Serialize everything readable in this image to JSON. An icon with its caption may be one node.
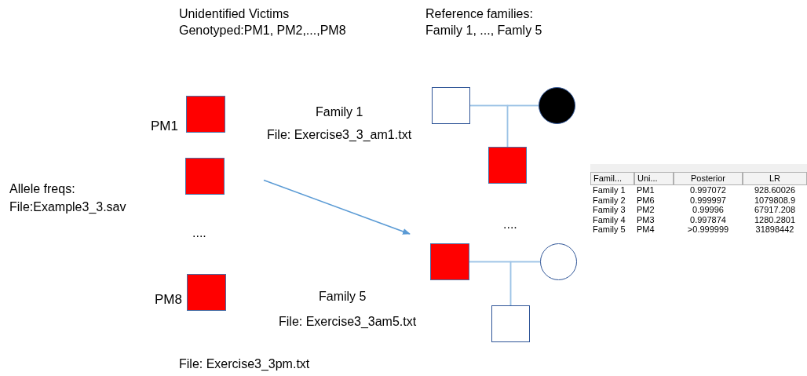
{
  "diagram": {
    "nodes": [
      {
        "text": [],
        "shape": "box",
        "beside": [
          "PM1"
        ]
      },
      {
        "text": [],
        "shape": "box"
      },
      {
        "text": [],
        "shape": "box",
        "beside": [
          "PM8"
        ]
      },
      {
        "text": [],
        "shape": "box"
      },
      {
        "text": [],
        "shape": "circle"
      },
      {
        "text": [],
        "shape": "box"
      },
      {
        "text": [],
        "shape": "box"
      },
      {
        "text": [],
        "shape": "circle"
      },
      {
        "text": [],
        "shape": "box"
      }
    ],
    "edges": [
      {
        "from": 3,
        "to": 4,
        "arrow": "none"
      },
      {
        "from": 3,
        "to": 5,
        "arrow": "none"
      },
      {
        "from": 4,
        "to": 5,
        "arrow": "none"
      },
      {
        "from": 1,
        "to": 6,
        "arrow": "to"
      },
      {
        "from": 6,
        "to": 7,
        "arrow": "none"
      },
      {
        "from": 6,
        "to": 8,
        "arrow": "none"
      },
      {
        "from": 7,
        "to": 8,
        "arrow": "none"
      }
    ],
    "labels": [
      "Unidentified Victims",
      "Genotyped:PM1, PM2,...,PM8",
      "Reference families:",
      "Family 1, ..., Famly 5",
      "Family 1",
      "File: Exercise3_3_am1.txt",
      "Allele freqs:",
      "File:Example3_3.sav",
      "....",
      "....",
      "Family 5",
      "File: Exercise3_3am5.txt",
      "File: Exercise3_3pm.txt",
      "Famil...",
      "Uni...",
      "Posterior",
      "LR",
      "Family 1",
      "PM1",
      "0.997072",
      "928.60026",
      "Family 2",
      "PM6",
      "0.999997",
      "1079808.9",
      "Family 3",
      "PM2",
      "0.99996",
      "67917.208",
      "Family 4",
      "PM3",
      "0.997874",
      "1280.2801",
      "Family 5",
      "PM4",
      ">0.999999",
      "31898442"
    ]
  }
}
